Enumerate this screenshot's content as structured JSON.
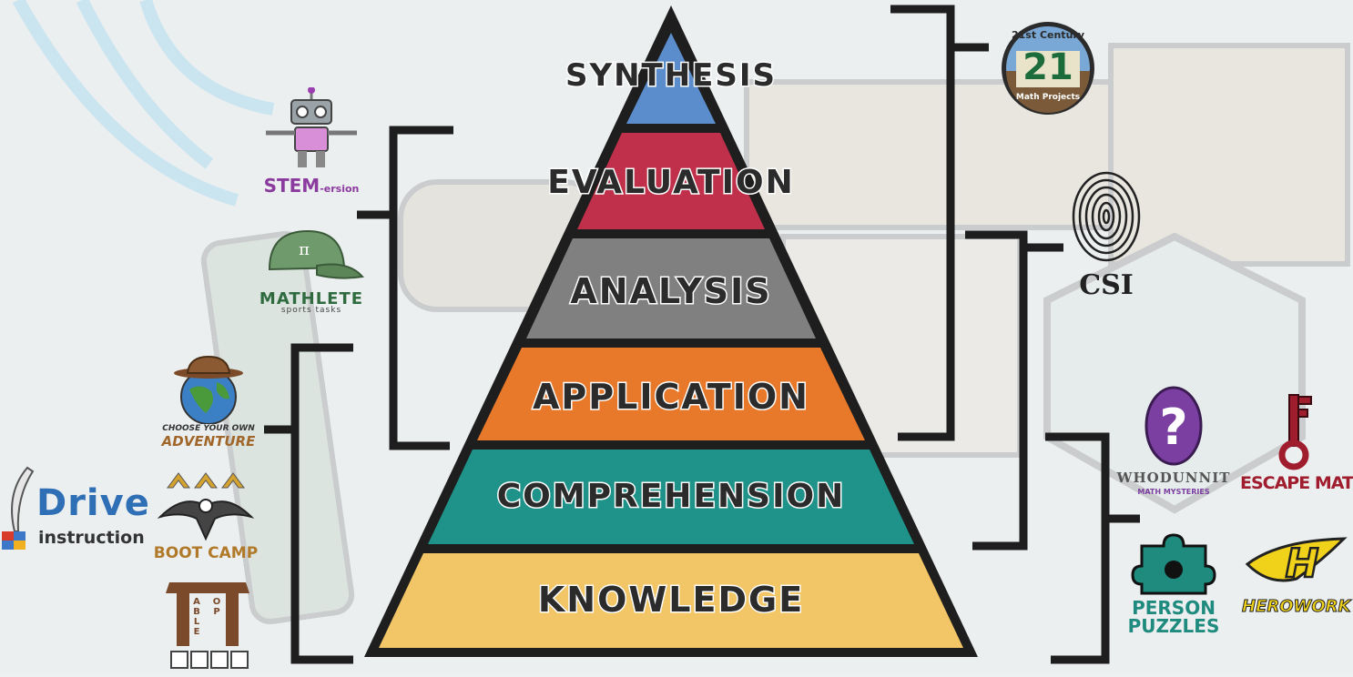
{
  "pyramid": {
    "tiers": [
      {
        "label": "SYNTHESIS",
        "color": "#5b8ccb"
      },
      {
        "label": "EVALUATION",
        "color": "#c0304a"
      },
      {
        "label": "ANALYSIS",
        "color": "#808080"
      },
      {
        "label": "APPLICATION",
        "color": "#e8782a"
      },
      {
        "label": "COMPREHENSION",
        "color": "#1f9389"
      },
      {
        "label": "KNOWLEDGE",
        "color": "#f2c566"
      }
    ]
  },
  "logos": {
    "stem": {
      "title": "STEM",
      "suffix": "-ersion",
      "color": "#8b3b9e"
    },
    "mathlete": {
      "title": "MATHLETE",
      "subtitle": "sports tasks",
      "color": "#2f6b3e"
    },
    "choose": {
      "line1": "CHOOSE YOUR OWN",
      "line2": "ADVENTURE",
      "color": "#a0662a"
    },
    "drive": {
      "word": "Drive",
      "sub": "instruction",
      "color": "#2e6fb5"
    },
    "bootcamp": {
      "title": "BOOT CAMP",
      "color": "#b07a2a"
    },
    "tabletop": {
      "letters_v": "ABLE",
      "letters_h": "OP",
      "color": "#7a4a2b"
    },
    "c21": {
      "line1": "21st Century",
      "number": "21",
      "line2": "Math Projects",
      "color": "#5a3b22"
    },
    "csi": {
      "title": "CSI",
      "color": "#222222"
    },
    "whodunnit": {
      "title": "WHODUNNIT",
      "subtitle": "MATH MYSTERIES",
      "color": "#6b2f8e"
    },
    "escape": {
      "title": "ESCAPE MATH",
      "color": "#a01d2e"
    },
    "person": {
      "line1": "PERSON",
      "line2": "PUZZLES",
      "color": "#1f8a7e"
    },
    "herowork": {
      "letter": "H",
      "title": "HEROWORK",
      "color": "#f1d21a"
    }
  }
}
